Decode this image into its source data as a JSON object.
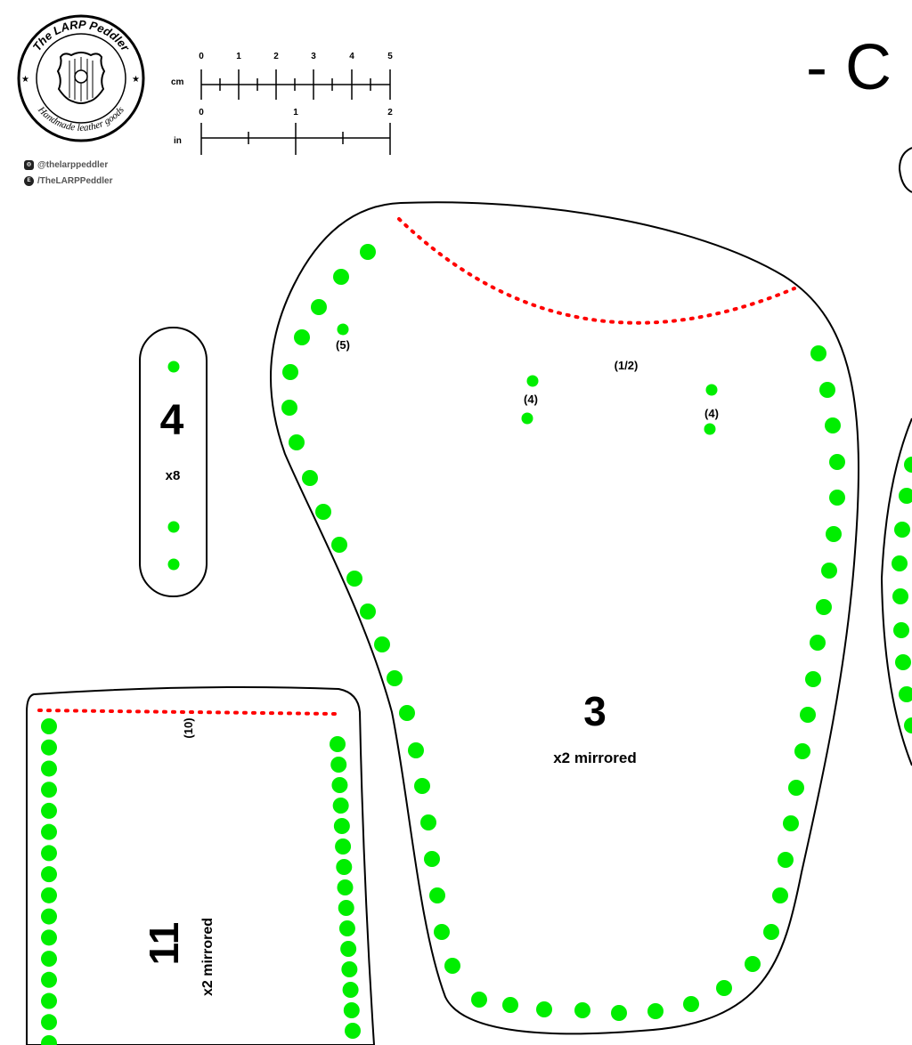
{
  "title": "- C",
  "logo": {
    "ring_top": "The LARP Peddler",
    "ring_bottom": "Handmade leather goods"
  },
  "social": {
    "instagram_icon": "instagram-icon",
    "instagram_handle": "@thelarppeddler",
    "etsy_icon": "etsy-icon",
    "etsy_handle": "/TheLARPPeddler"
  },
  "scale": {
    "cm_label": "cm",
    "cm_ticks": [
      "0",
      "1",
      "2",
      "3",
      "4",
      "5"
    ],
    "in_label": "in",
    "in_ticks": [
      "0",
      "1",
      "2"
    ]
  },
  "pieces": {
    "p4": {
      "number": "4",
      "qty": "x8"
    },
    "p3": {
      "number": "3",
      "qty": "x2 mirrored",
      "marks": {
        "top": "(1/2)",
        "left": "(5)",
        "a": "(4)",
        "b": "(4)"
      }
    },
    "p11": {
      "number": "11",
      "qty": "x2 mirrored",
      "mark": "(10)"
    }
  },
  "colors": {
    "stitch_hole": "#00ee00",
    "seam_line": "#ff0000",
    "outline": "#000000"
  }
}
